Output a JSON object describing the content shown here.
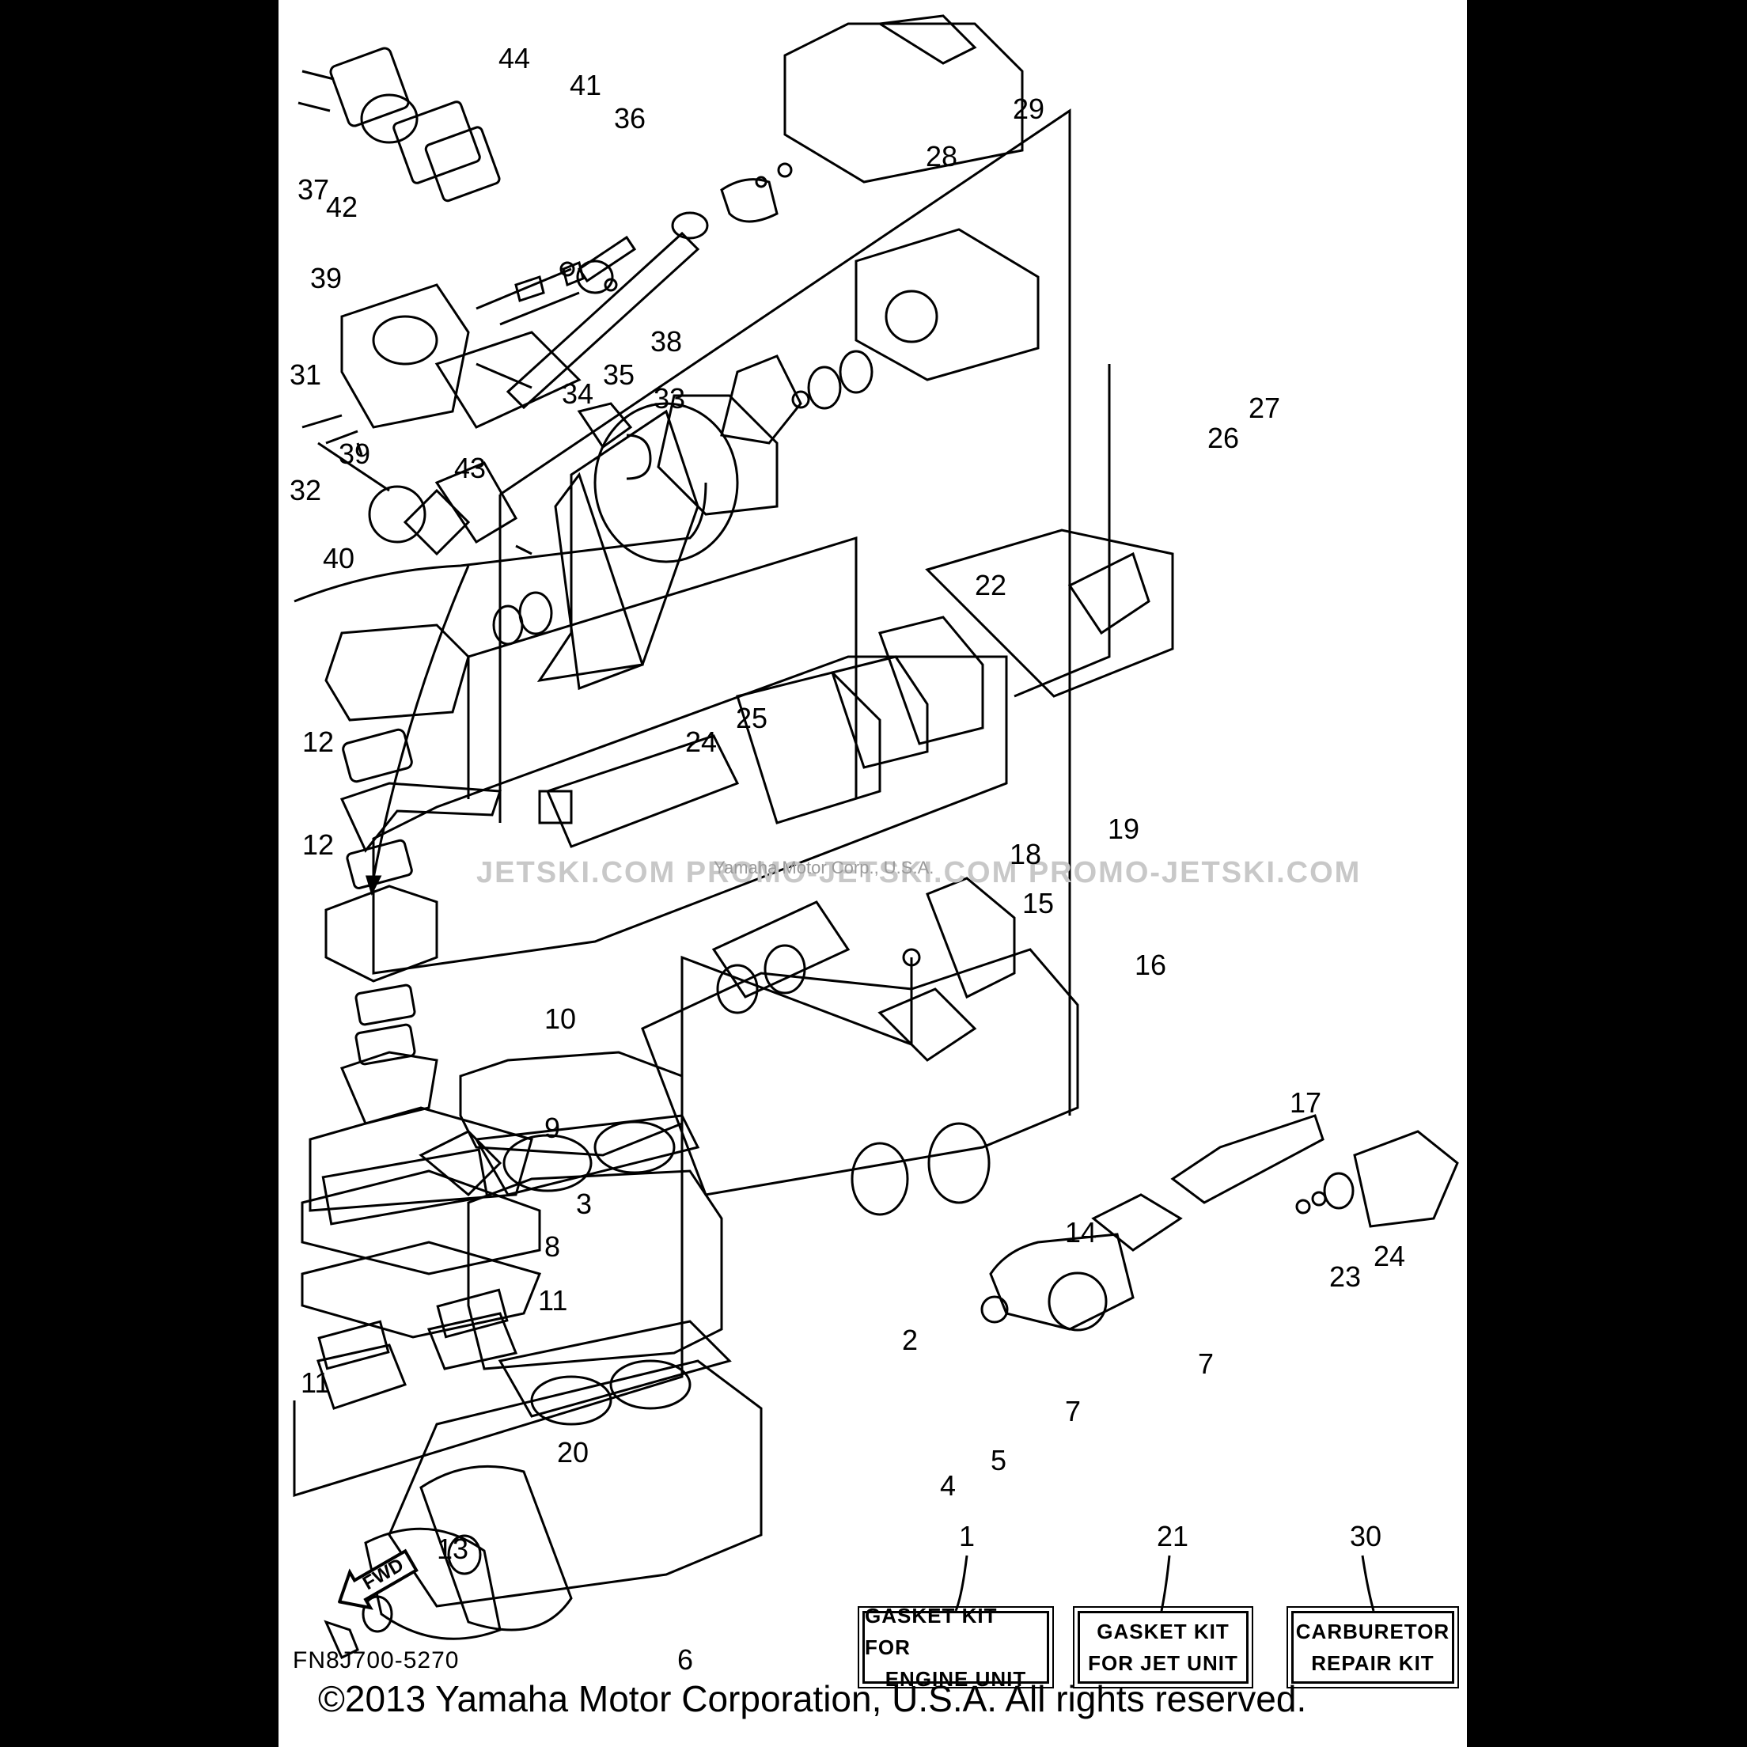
{
  "diagram": {
    "part_code": "FN8J700-5270",
    "copyright": "©2013 Yamaha Motor Corporation, U.S.A. All rights reserved.",
    "watermark": "JETSKI.COM   PROMO-JETSKI.COM   PROMO-JETSKI.COM",
    "watermark_small": "Yamaha Motor Corp., U.S.A.",
    "direction_label": "FWD",
    "callouts": {
      "c44": "44",
      "c41": "41",
      "c36": "36",
      "c37": "37",
      "c42": "42",
      "c39a": "39",
      "c38": "38",
      "c31": "31",
      "c35": "35",
      "c34": "34",
      "c33": "33",
      "c39b": "39",
      "c43": "43",
      "c32": "32",
      "c40": "40",
      "c29": "29",
      "c28": "28",
      "c27": "27",
      "c26": "26",
      "c22": "22",
      "c24a": "24",
      "c25": "25",
      "c12a": "12",
      "c12b": "12",
      "c19": "19",
      "c18": "18",
      "c15": "15",
      "c16": "16",
      "c10": "10",
      "c17": "17",
      "c9": "9",
      "c3": "3",
      "c14": "14",
      "c8": "8",
      "c23": "23",
      "c24b": "24",
      "c11a": "11",
      "c11b": "11",
      "c7a": "7",
      "c2": "2",
      "c7b": "7",
      "c20": "20",
      "c5": "5",
      "c4": "4",
      "c13": "13",
      "c6": "6",
      "c1": "1",
      "c21": "21",
      "c30": "30"
    },
    "kits": {
      "engine": {
        "line1": "GASKET KIT FOR",
        "line2": "ENGINE UNIT"
      },
      "jet": {
        "line1": "GASKET KIT",
        "line2": "FOR JET UNIT"
      },
      "carb": {
        "line1": "CARBURETOR",
        "line2": "REPAIR KIT"
      }
    }
  }
}
